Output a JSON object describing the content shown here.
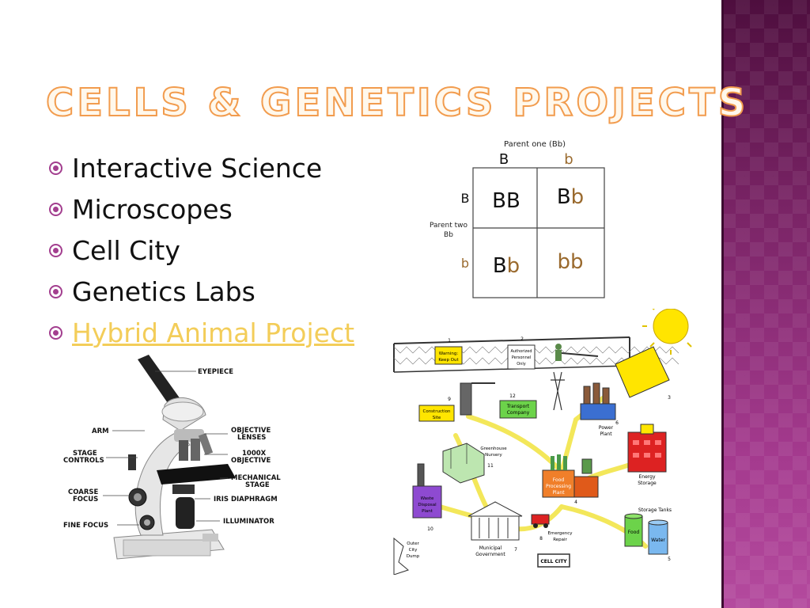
{
  "slide": {
    "title": "Cells & Genetics Projects",
    "bullets": [
      {
        "text": "Interactive Science",
        "link": false
      },
      {
        "text": "Microscopes",
        "link": false
      },
      {
        "text": "Cell City",
        "link": false
      },
      {
        "text": "Genetics Labs",
        "link": false
      },
      {
        "text": "Hybrid Animal Project",
        "link": true
      }
    ]
  },
  "punnett": {
    "parent_one_label": "Parent one (Bb)",
    "parent_two_label_line1": "Parent two",
    "parent_two_label_line2": "Bb",
    "top_alleles": [
      "B",
      "b"
    ],
    "side_alleles": [
      "B",
      "b"
    ],
    "cells": [
      {
        "dominant": "BB",
        "recessive": ""
      },
      {
        "dominant": "B",
        "recessive": "b"
      },
      {
        "dominant": "B",
        "recessive": "b"
      },
      {
        "dominant": "",
        "recessive": "bb"
      }
    ]
  },
  "microscope": {
    "labels": {
      "eyepiece": "EYEPIECE",
      "arm": "ARM",
      "stage_controls_1": "STAGE",
      "stage_controls_2": "CONTROLS",
      "objective_lenses_1": "OBJECTIVE",
      "objective_lenses_2": "LENSES",
      "objective_1000x_1": "1000X",
      "objective_1000x_2": "OBJECTIVE",
      "mechanical_stage_1": "MECHANICAL",
      "mechanical_stage_2": "STAGE",
      "coarse_focus_1": "COARSE",
      "coarse_focus_2": "FOCUS",
      "iris_diaphragm": "IRIS DIAPHRAGM",
      "fine_focus": "FINE FOCUS",
      "illuminator": "ILLUMINATOR"
    }
  },
  "cell_city": {
    "sign_warning_1": "Warning:",
    "sign_warning_2": "Keep Out",
    "sign_authorized_1": "Authorized",
    "sign_authorized_2": "Personnel",
    "sign_authorized_3": "Only",
    "construction_1": "Construction",
    "construction_2": "Site",
    "transport_1": "Transport",
    "transport_2": "Company",
    "greenhouse_1": "Greenhouse",
    "greenhouse_2": "Nursery",
    "power_1": "Power",
    "power_2": "Plant",
    "energy_1": "Energy",
    "energy_2": "Storage",
    "food_1": "Food",
    "food_2": "Processing",
    "food_3": "Plant",
    "waste_1": "Waste",
    "waste_2": "Disposal",
    "waste_3": "Plant",
    "storage_tanks": "Storage Tanks",
    "food_tank": "Food",
    "water_tank": "Water",
    "emergency_1": "Emergency",
    "emergency_2": "Repair",
    "municipal_1": "Municipal",
    "municipal_2": "Government",
    "dump_1": "Outer",
    "dump_2": "City",
    "dump_3": "Dump",
    "cell_city_sign": "CELL CITY",
    "numbers": [
      "1",
      "2",
      "3",
      "4",
      "5",
      "6",
      "7",
      "8",
      "9",
      "10",
      "11",
      "12"
    ]
  },
  "colors": {
    "accent": "#a33f8f",
    "title_outline": "#f29c4e",
    "link": "#f3cd59",
    "band_dark": "#4e0e3e",
    "band_light": "#b44a9e",
    "allele_recessive": "#9a6a2e"
  }
}
